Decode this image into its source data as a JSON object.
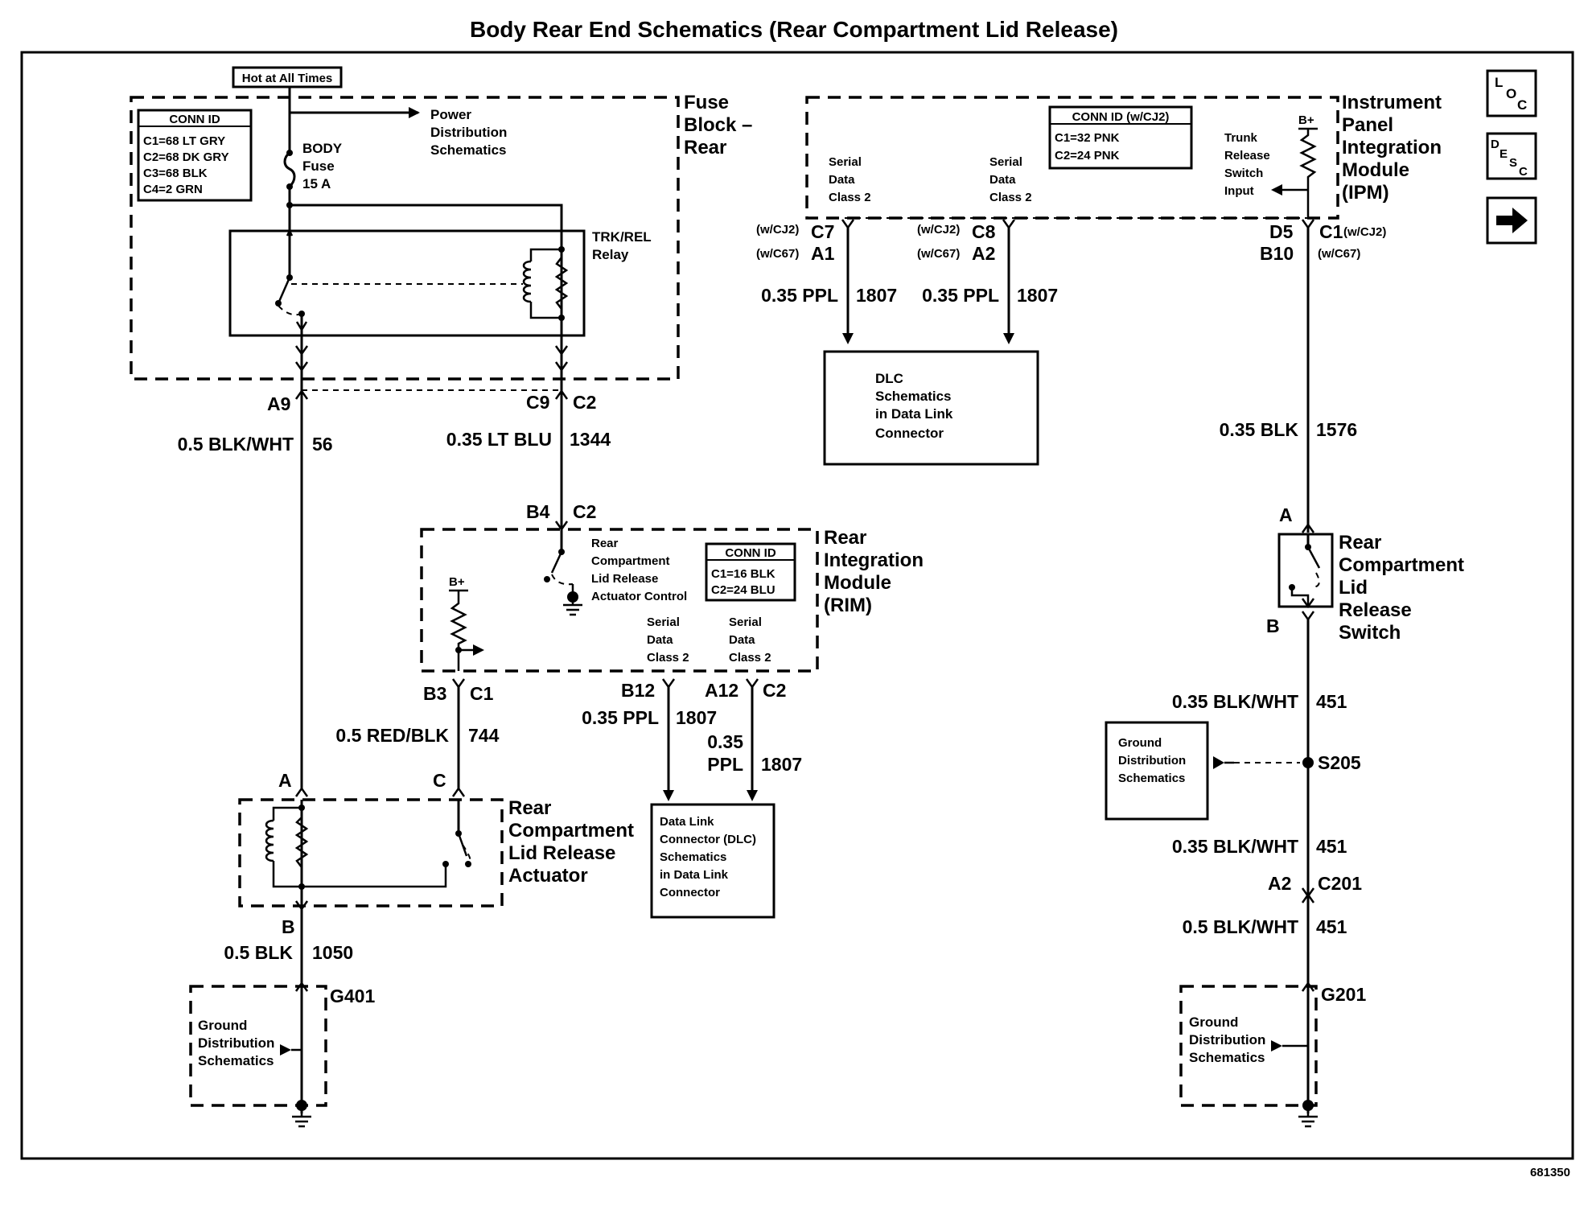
{
  "title": "Body Rear End Schematics (Rear Compartment Lid Release)",
  "figure_id": "681350",
  "nav_icons": [
    "loc-icon",
    "desc-icon",
    "arrow-right-icon"
  ],
  "nav_text": {
    "loc": [
      "L",
      "O",
      "C"
    ],
    "desc": [
      "D",
      "E",
      "S",
      "C"
    ]
  },
  "hot_label": "Hot at All Times",
  "fuse_block": {
    "name": [
      "Fuse",
      "Block –",
      "Rear"
    ],
    "conn_id_title": "CONN ID",
    "conn_ids": [
      "C1=68 LT GRY",
      "C2=68 DK GRY",
      "C3=68 BLK",
      "C4=2 GRN"
    ],
    "power_ref": [
      "Power",
      "Distribution",
      "Schematics"
    ],
    "fuse": [
      "BODY",
      "Fuse",
      "15 A"
    ],
    "relay": [
      "TRK/REL",
      "Relay"
    ]
  },
  "ipm": {
    "name": [
      "Instrument",
      "Panel",
      "Integration",
      "Module",
      "(IPM)"
    ],
    "conn_id_title": "CONN ID (w/CJ2)",
    "conn_ids": [
      "C1=32 PNK",
      "C2=24 PNK"
    ],
    "serial_1": [
      "Serial",
      "Data",
      "Class 2"
    ],
    "serial_2": [
      "Serial",
      "Data",
      "Class 2"
    ],
    "switch_input": [
      "Trunk",
      "Release",
      "Switch",
      "Input"
    ],
    "bplus": "B+"
  },
  "ipm_pins": {
    "c7_opt": "(w/CJ2)",
    "c7": "C7",
    "a1_opt": "(w/C67)",
    "a1": "A1",
    "c8_opt": "(w/CJ2)",
    "c8": "C8",
    "a2_opt": "(w/C67)",
    "a2": "A2",
    "d5": "D5",
    "b10": "B10",
    "c1": "C1",
    "c1_opt": "(w/CJ2)",
    "c67_opt": "(w/C67)"
  },
  "wires": {
    "w1_gauge": "0.35 PPL",
    "w1_circuit": "1807",
    "w2_gauge": "0.35 PPL",
    "w2_circuit": "1807",
    "w3_gauge": "0.35 BLK",
    "w3_circuit": "1576",
    "w4_gauge": "0.5 BLK/WHT",
    "w4_circuit": "56",
    "w5_gauge": "0.35 LT BLU",
    "w5_circuit": "1344",
    "w6_gauge": "0.5 RED/BLK",
    "w6_circuit": "744",
    "w7_gauge": "0.35 PPL",
    "w7_circuit": "1807",
    "w8_gauge_1": "0.35",
    "w8_gauge_2": "PPL",
    "w8_circuit": "1807",
    "w9_gauge": "0.5 BLK",
    "w9_circuit": "1050",
    "w10_gauge": "0.35 BLK/WHT",
    "w10_circuit": "451",
    "w11_gauge": "0.35 BLK/WHT",
    "w11_circuit": "451",
    "w12_gauge": "0.5 BLK/WHT",
    "w12_circuit": "451"
  },
  "fuse_pins": {
    "a9": "A9",
    "c9": "C9",
    "c2": "C2"
  },
  "dlc_1": [
    "DLC",
    "Schematics",
    "in Data Link",
    "Connector"
  ],
  "rim": {
    "name": [
      "Rear",
      "Integration",
      "Module",
      "(RIM)"
    ],
    "conn_id_title": "CONN ID",
    "conn_ids": [
      "C1=16 BLK",
      "C2=24 BLU"
    ],
    "actuator_ctrl": [
      "Rear",
      "Compartment",
      "Lid Release",
      "Actuator Control"
    ],
    "serial_1": [
      "Serial",
      "Data",
      "Class 2"
    ],
    "serial_2": [
      "Serial",
      "Data",
      "Class 2"
    ],
    "bplus": "B+",
    "pin_b4": "B4",
    "pin_b4_c": "C2",
    "pin_b3": "B3",
    "pin_b3_c": "C1",
    "pin_b12": "B12",
    "pin_a12": "A12",
    "pin_a12_c": "C2"
  },
  "dlc_2": [
    "Data Link",
    "Connector (DLC)",
    "Schematics",
    "in Data Link",
    "Connector"
  ],
  "actuator": {
    "name": [
      "Rear",
      "Compartment",
      "Lid Release",
      "Actuator"
    ],
    "pin_a": "A",
    "pin_c": "C",
    "pin_b": "B"
  },
  "ground_left": {
    "id": "G401",
    "ref": [
      "Ground",
      "Distribution",
      "Schematics"
    ]
  },
  "switch": {
    "name": [
      "Rear",
      "Compartment",
      "Lid",
      "Release",
      "Switch"
    ],
    "pin_a": "A",
    "pin_b": "B"
  },
  "splice": {
    "id": "S205",
    "ref": [
      "Ground",
      "Distribution",
      "Schematics"
    ]
  },
  "connector_c201": {
    "pin": "A2",
    "id": "C201"
  },
  "ground_right": {
    "id": "G201",
    "ref": [
      "Ground",
      "Distribution",
      "Schematics"
    ]
  }
}
